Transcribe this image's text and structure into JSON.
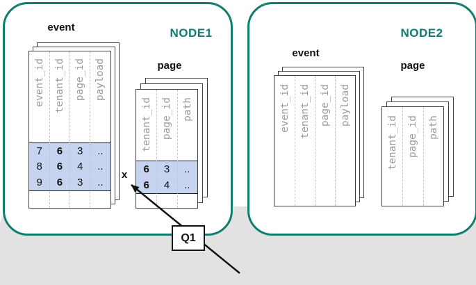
{
  "colors": {
    "node_border_teal": "#0d7d6e",
    "highlight_row_blue": "#c7d4ef",
    "background_band_gray": "#e2e2e2",
    "table_border": "#404040",
    "column_header_text": "#9a9a9a"
  },
  "nodes": [
    {
      "label": "NODE1",
      "tables": [
        {
          "name": "event",
          "columns": [
            "event_id",
            "tenant_id",
            "page_id",
            "payload"
          ],
          "rows": [
            [
              "7",
              "6",
              "3",
              ".."
            ],
            [
              "8",
              "6",
              "4",
              ".."
            ],
            [
              "9",
              "6",
              "3",
              ".."
            ]
          ]
        },
        {
          "name": "page",
          "columns": [
            "tenant_id",
            "page_id",
            "path"
          ],
          "rows": [
            [
              "6",
              "3",
              ".."
            ],
            [
              "6",
              "4",
              ".."
            ]
          ]
        }
      ]
    },
    {
      "label": "NODE2",
      "tables": [
        {
          "name": "event",
          "columns": [
            "event_id",
            "tenant_id",
            "page_id",
            "payload"
          ],
          "rows": []
        },
        {
          "name": "page",
          "columns": [
            "tenant_id",
            "page_id",
            "path"
          ],
          "rows": []
        }
      ]
    }
  ],
  "annotations": {
    "join_marker": "x",
    "query_label": "Q1"
  }
}
